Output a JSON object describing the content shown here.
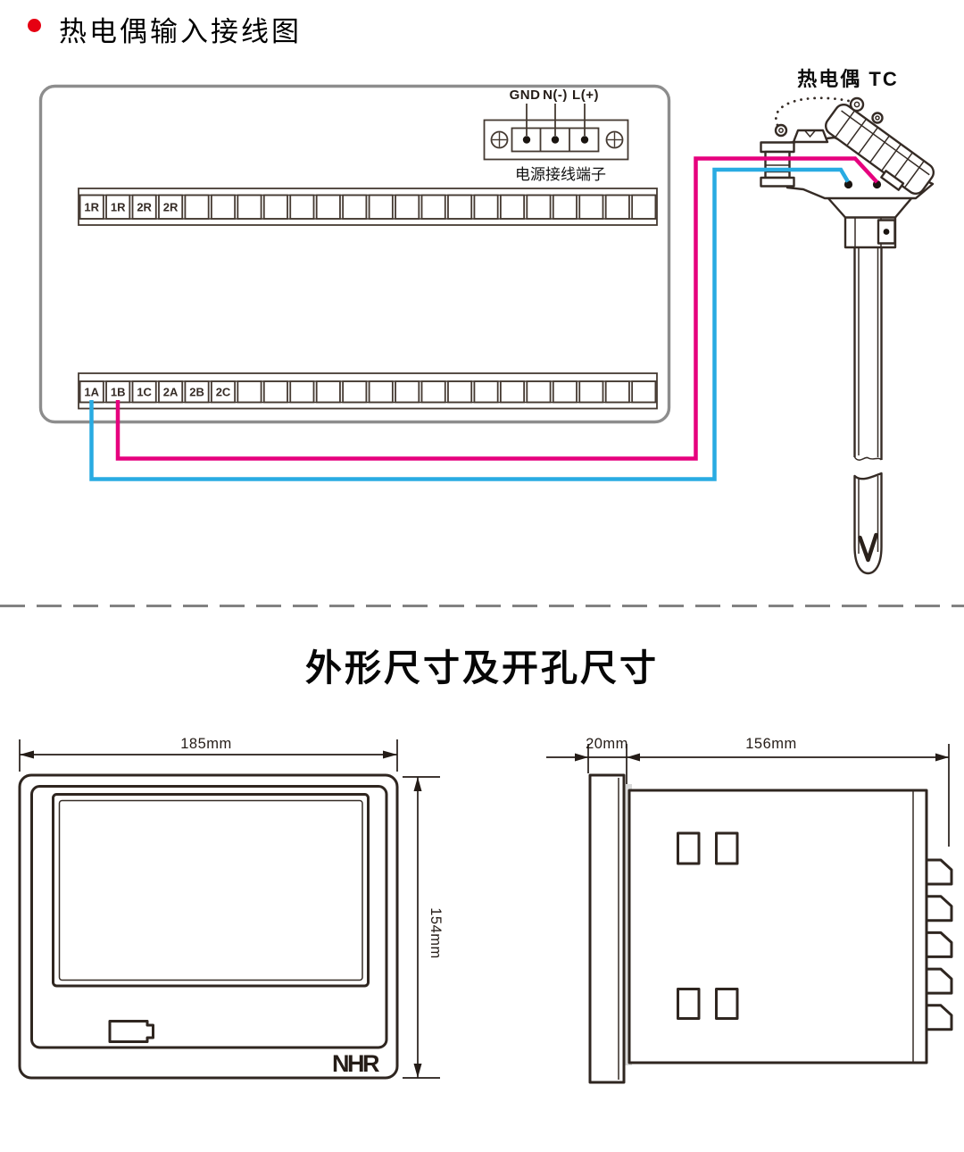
{
  "header": {
    "title": "热电偶输入接线图",
    "bullet_color": "#e60012"
  },
  "wiring_diagram": {
    "power_terminal": {
      "line_labels": [
        "GND",
        "N(-)",
        "L(+)"
      ],
      "caption": "电源接线端子"
    },
    "top_terminal_strip": {
      "labels": [
        "1R",
        "1R",
        "2R",
        "2R"
      ],
      "total_cells": 22
    },
    "bottom_terminal_strip": {
      "labels": [
        "1A",
        "1B",
        "1C",
        "2A",
        "2B",
        "2C"
      ],
      "total_cells": 22
    },
    "sensor": {
      "label": "热电偶 TC"
    },
    "colors": {
      "wire_positive": "#e6007e",
      "wire_negative": "#29abe2",
      "box_border": "#8d8d8d"
    }
  },
  "dimensions": {
    "section_title": "外形尺寸及开孔尺寸",
    "front_view": {
      "width": "185mm",
      "height": "154mm",
      "logo": [
        "N",
        "H",
        "R"
      ],
      "logo_colors": [
        "#c3c6c9",
        "#d6362b",
        "#c3c6c9"
      ]
    },
    "side_view": {
      "bezel_depth": "20mm",
      "case_depth": "156mm"
    }
  }
}
